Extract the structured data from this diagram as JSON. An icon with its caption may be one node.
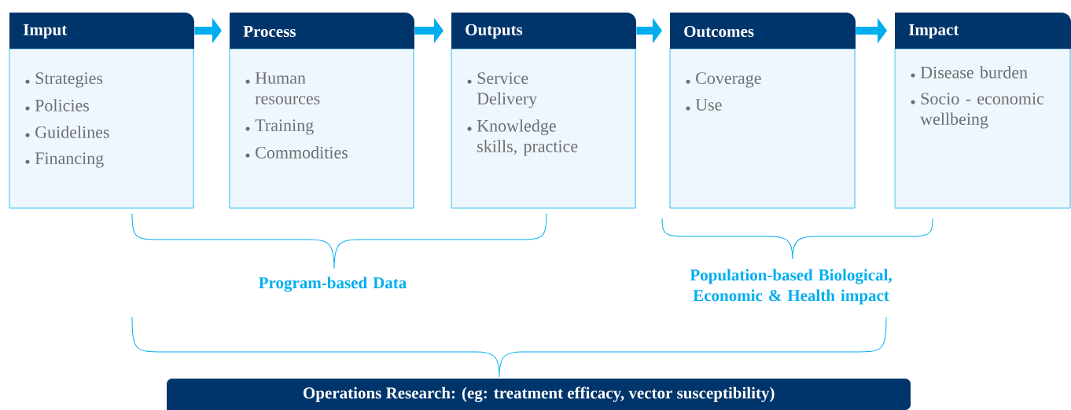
{
  "diagram": {
    "nodes": [
      {
        "text": [
          "Imput",
          "Strategies",
          "Policies",
          "Guidelines",
          "Financing"
        ]
      },
      {
        "text": [
          "Process",
          "Human resources",
          "Training",
          "Commodities"
        ]
      },
      {
        "text": [
          "Outputs",
          "Service Delivery",
          "Knowledge skills, practice"
        ]
      },
      {
        "text": [
          "Outcomes",
          "Coverage",
          "Use"
        ]
      },
      {
        "text": [
          "Impact",
          "Disease burden",
          "Socio - economic wellbeing"
        ]
      },
      {
        "text": [
          "Operations Research: (eg: treatment efficacy, vector susceptibility)"
        ]
      }
    ],
    "edges": [
      {
        "from": 0,
        "to": 1,
        "arrow": "to"
      },
      {
        "from": 1,
        "to": 2,
        "arrow": "to"
      },
      {
        "from": 2,
        "to": 3,
        "arrow": "to"
      },
      {
        "from": 3,
        "to": 4,
        "arrow": "to"
      }
    ],
    "labels": [
      "Program-based Data",
      "Population-based Biological, Economic & Health impact"
    ]
  }
}
